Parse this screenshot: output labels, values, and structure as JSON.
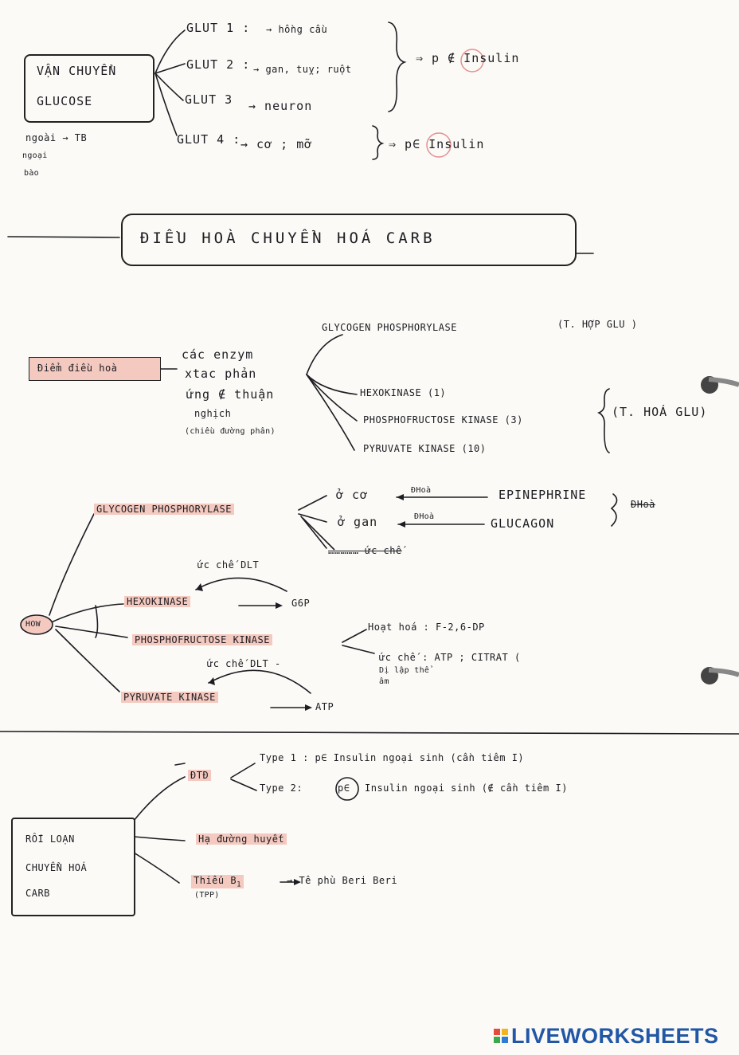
{
  "colors": {
    "ink": "#1c1c22",
    "highlight": "#f4c9bf",
    "brand": "#2157a6"
  },
  "sec1": {
    "box_line1": "VẬN CHUYỂN",
    "box_line2": "GLUCOSE",
    "note": "ngoài → TB",
    "note2": "ngoại",
    "note3": "bào",
    "glut1": "GLUT 1 :",
    "glut1_target": "→ hồng cầu",
    "glut2": "GLUT 2 :",
    "glut2_target": "→ gan, tuỵ; ruột",
    "glut3": "GLUT 3",
    "glut3_target": "→ neuron",
    "glut4": "GLUT 4 :",
    "glut4_target": "→ cơ ; mỡ",
    "result1": "⇒ p ∉ Insulin",
    "result2": "⇒ p∈ Insulin"
  },
  "title": "ĐIỀU HOÀ  CHUYỂN HOÁ  CARB",
  "sec2": {
    "label": "Điểm điều hoà",
    "desc": [
      "các enzym",
      "xtac phản",
      "ứng ∉ thuận",
      "nghịch",
      "(chiều đường phân)"
    ],
    "enzyme_top": "GLYCOGEN PHOSPHORYLASE",
    "enzyme_top_note": "(T. HỢP GLU )",
    "enzymes": [
      "HEXOKINASE (1)",
      "PHOSPHOFRUCTOSE KINASE (3)",
      "PYRUVATE KINASE (10)"
    ],
    "group_note": "(T. HOÁ GLU)"
  },
  "sec3": {
    "how": "HOW",
    "gp": "GLYCOGEN PHOSPHORYLASE",
    "gp_b1_place": "ở cơ",
    "gp_b1_arrow": "ĐHoà",
    "gp_b1_effector": "EPINEPHRINE",
    "gp_b2_place": "ở gan",
    "gp_b2_arrow": "ĐHoà",
    "gp_b2_effector": "GLUCAGON",
    "gp_side": "ĐHoà",
    "gp_struck": "…………… ức chế",
    "hexo": "HEXOKINASE",
    "hexo_inhib": "ức chế DLT",
    "hexo_product": "G6P",
    "pfk": "PHOSPHOFRUCTOSE KINASE",
    "pfk_act": "Hoạt hoá : F-2,6-DP",
    "pfk_inh": "ức chế : ATP ; CITRAT (",
    "pfk_inh_note1": "Dị lập thể",
    "pfk_inh_note2": "âm",
    "pk": "PYRUVATE KINASE",
    "pk_inhib": "ức chế DLT -",
    "pk_product": "ATP"
  },
  "sec4": {
    "box": [
      "RỐI LOẠN",
      "CHUYỂN HOÁ",
      "CARB"
    ],
    "dtd": "ĐTĐ",
    "type1": "Type 1 : p∈ Insulin ngoại sinh (cần tiêm I)",
    "type2_pre": "Type 2:",
    "type2_circle": "p∈",
    "type2_post": "Insulin ngoại sinh (∉ cần tiêm I)",
    "hypo": "Hạ đường huyết",
    "b1": "Thiếu B",
    "b1_sub": "1",
    "b1_note": "(TPP)",
    "b1_result": "→ Tê phù Beri Beri"
  },
  "footer": {
    "logo": "LIVEWORKSHEETS"
  }
}
